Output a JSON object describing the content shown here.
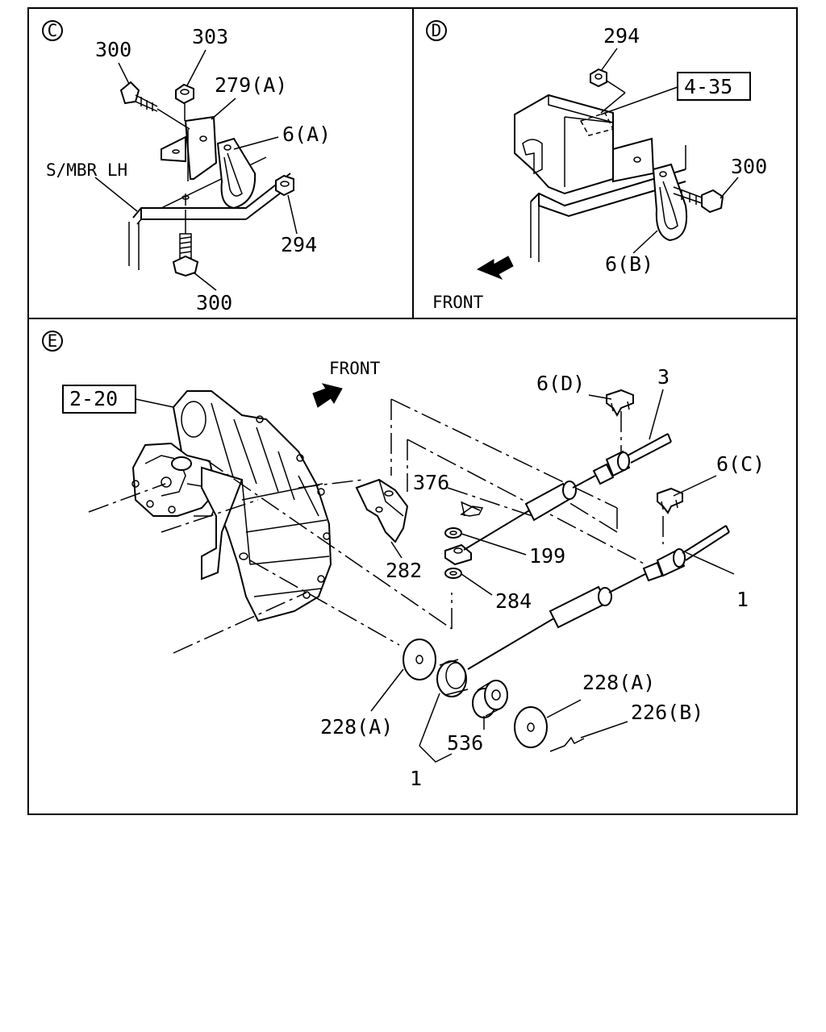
{
  "panels": {
    "c": {
      "letter": "C",
      "labels": {
        "bolt_top": "300",
        "nut_top": "303",
        "bracket": "279(A)",
        "clip": "6(A)",
        "member": "S/MBR LH",
        "nut_side": "294",
        "bolt_bottom": "300"
      }
    },
    "d": {
      "letter": "D",
      "labels": {
        "nut": "294",
        "ref_box": "4-35",
        "bolt": "300",
        "clip": "6(B)",
        "front": "FRONT"
      }
    },
    "e": {
      "letter": "E",
      "labels": {
        "ref_box": "2-20",
        "front": "FRONT",
        "clip_d": "6(D)",
        "cable_3": "3",
        "clip_c": "6(C)",
        "pin": "376",
        "washer": "199",
        "bracket": "282",
        "washer_small": "284",
        "cable_1": "1",
        "cushion_left": "228(A)",
        "cushion_right": "228(A)",
        "pin_b": "226(B)",
        "grommet": "536",
        "cable_1_bottom": "1"
      }
    }
  }
}
